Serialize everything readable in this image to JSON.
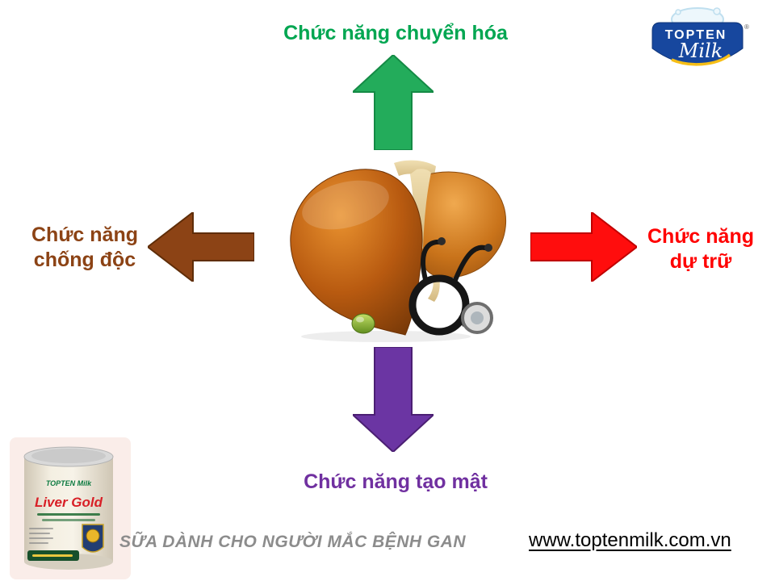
{
  "slide": {
    "background_color": "#FFFFFF"
  },
  "diagram": {
    "center_image": "liver-with-stethoscope",
    "functions": [
      {
        "id": "chuyen-hoa",
        "label": "Chức năng chuyển hóa",
        "direction": "up",
        "text_color": "#00A651",
        "arrow_color": "#23AC5B",
        "arrow_stroke": "#148A45"
      },
      {
        "id": "chong-doc",
        "label": "Chức năng chống độc",
        "direction": "left",
        "text_color": "#8C4315",
        "arrow_color": "#8C4315",
        "arrow_stroke": "#5F2D08"
      },
      {
        "id": "du-tru",
        "label": "Chức năng dự trữ",
        "direction": "right",
        "text_color": "#FF0000",
        "arrow_color": "#FF0D0D",
        "arrow_stroke": "#C00000"
      },
      {
        "id": "tao-mat",
        "label": "Chức năng tạo mật",
        "direction": "down",
        "text_color": "#7030A0",
        "arrow_color": "#6B35A3",
        "arrow_stroke": "#4B1F73"
      }
    ]
  },
  "branding": {
    "logo": {
      "top_text": "TOPTEN",
      "script_text": "Milk",
      "registered_mark": "®",
      "banner_color": "#17479E",
      "swoosh_color": "#F6BE16"
    },
    "tagline": "SỮA DÀNH CHO NGƯỜI MẮC BỆNH GAN",
    "website": "www.toptenmilk.com.vn"
  },
  "product_can": {
    "brand_text": "TOPTEN Milk",
    "name": "Liver Gold",
    "name_color": "#D81F26"
  }
}
